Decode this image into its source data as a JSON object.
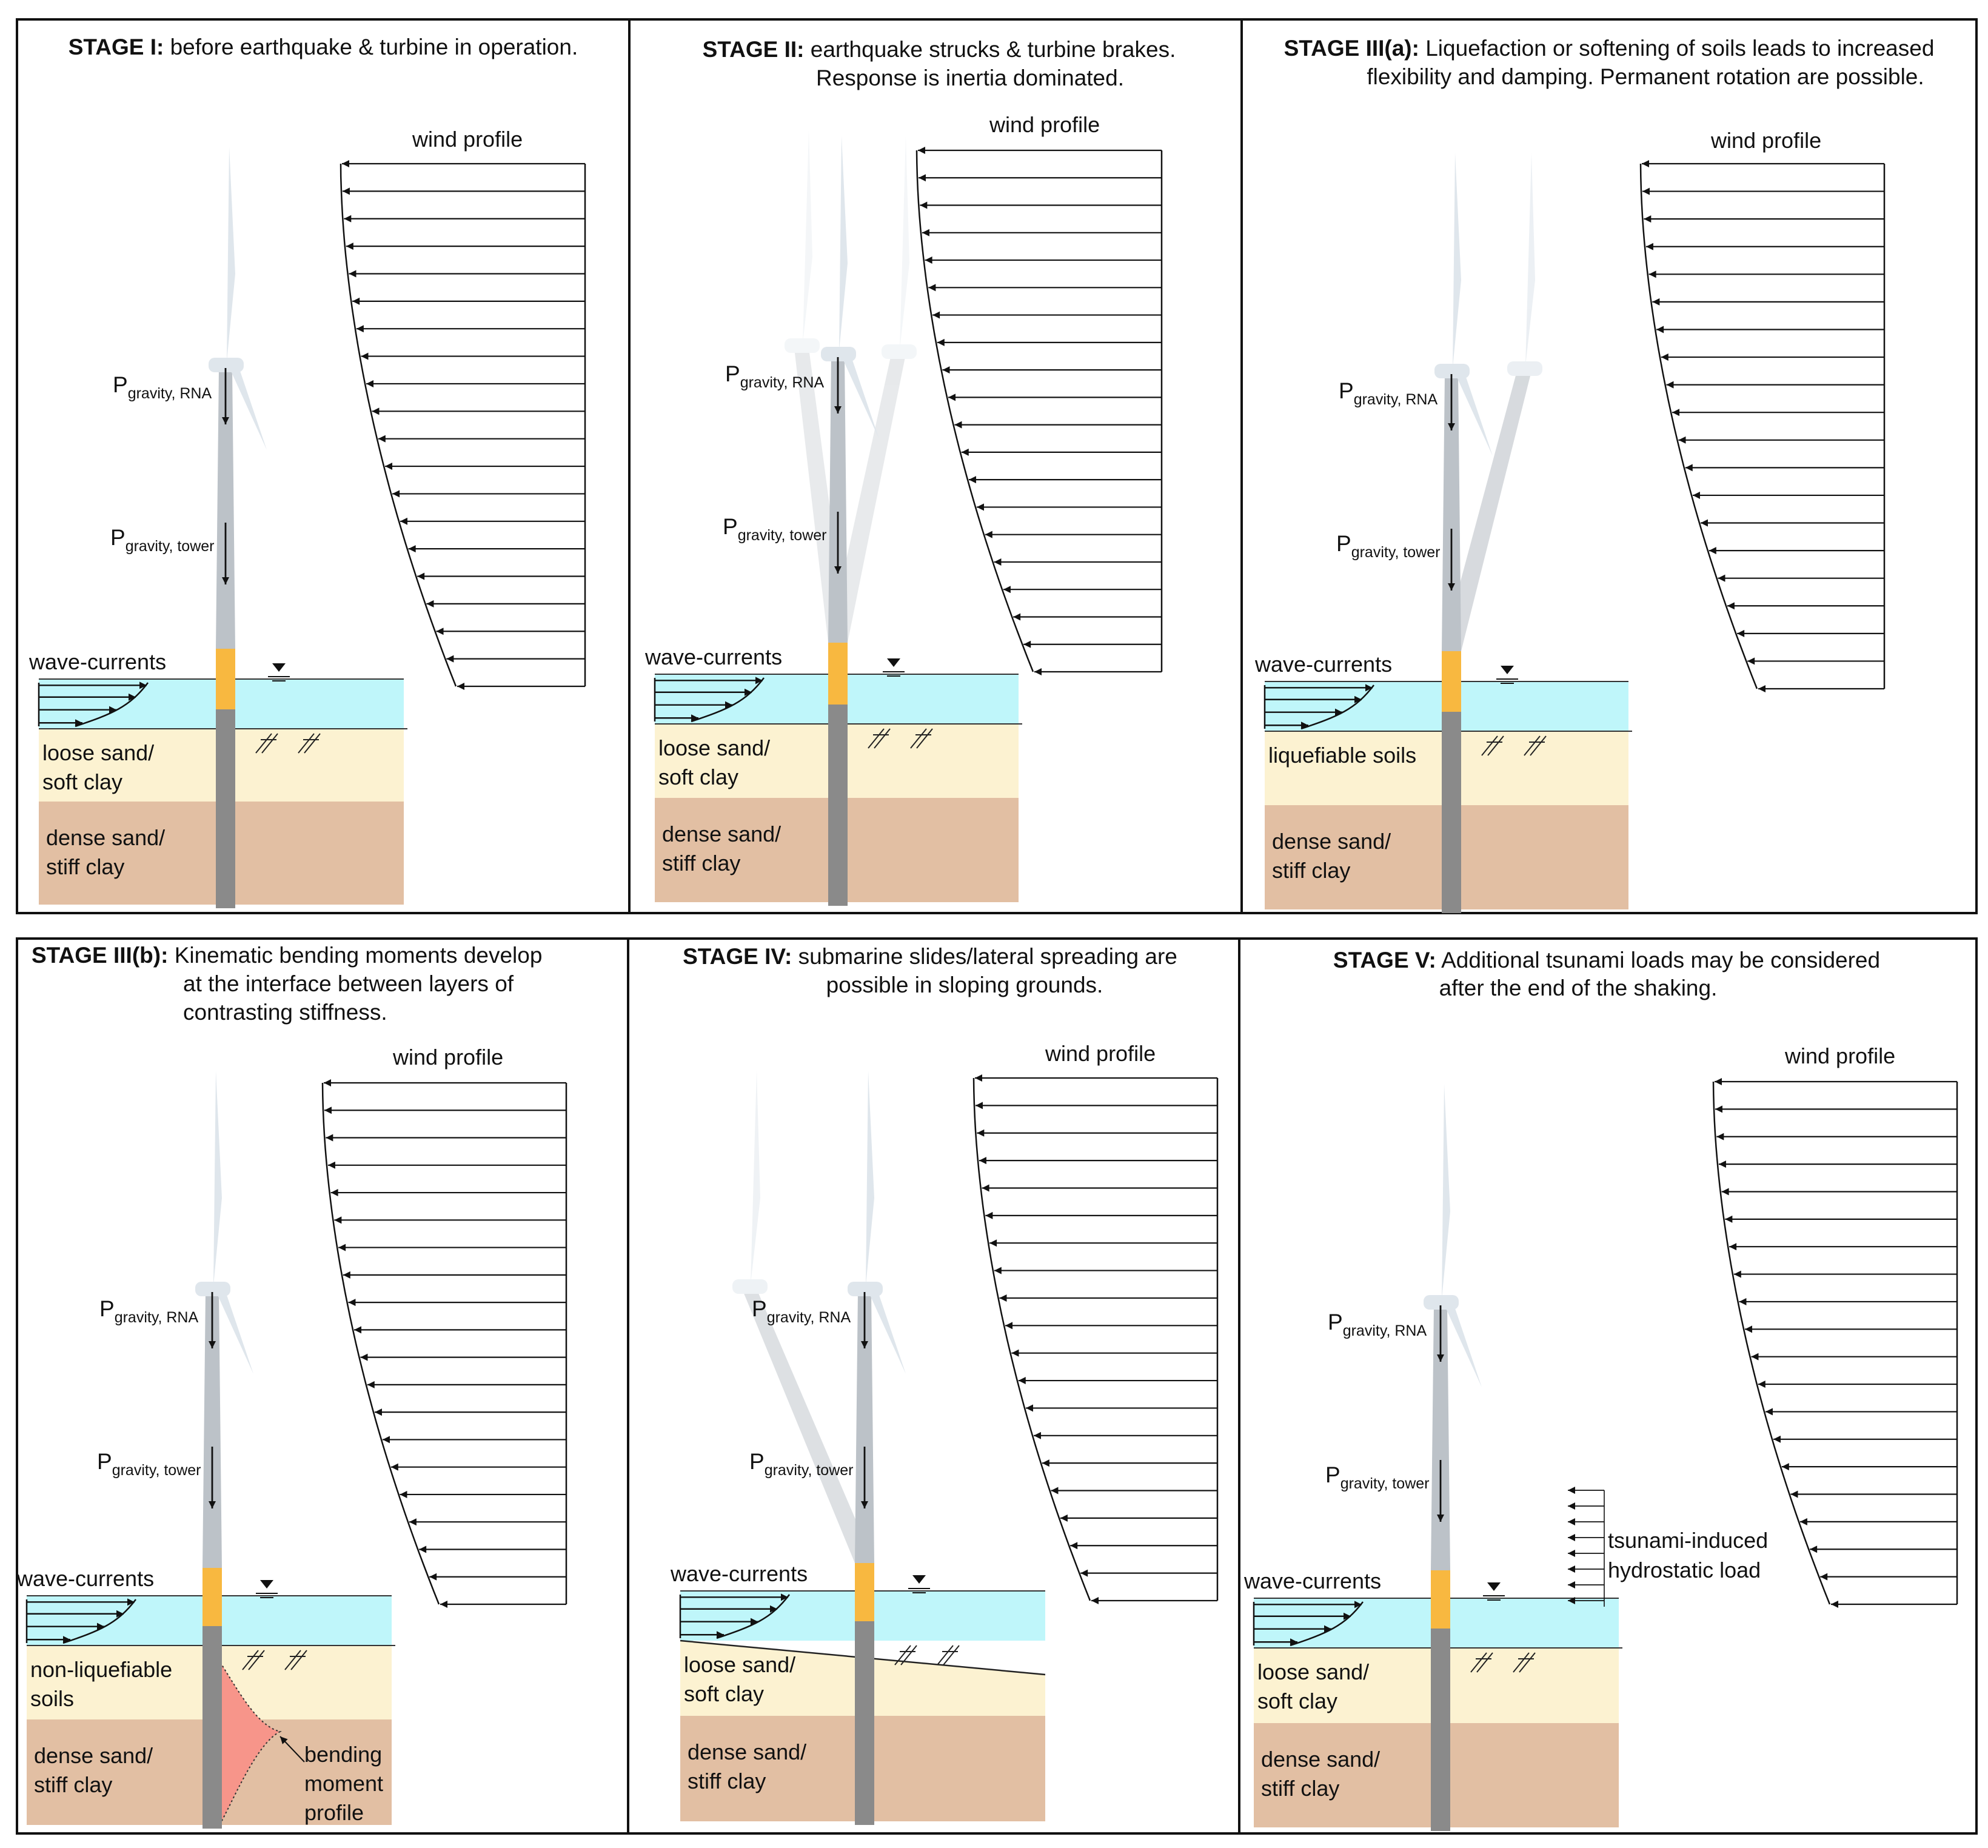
{
  "colors": {
    "water": "#bff6fa",
    "soft_soil": "#fcf2d1",
    "dense_soil": "#e2bfa3",
    "pile": "#8a8a8a",
    "transition_piece": "#f8b840",
    "tower": "#bcc2c8",
    "blade": "#dfe6ec",
    "bending_moment": "#f7958a",
    "border": "#111111"
  },
  "labels": {
    "wind_profile": "wind profile",
    "wave_currents": "wave-currents",
    "p_main": "P",
    "p_rna_sub": "gravity, RNA",
    "p_tower_sub": "gravity, tower",
    "loose_sand": "loose sand/",
    "soft_clay": "soft clay",
    "dense_sand": "dense sand/",
    "stiff_clay": "stiff clay",
    "liquefiable_soils": "liquefiable soils",
    "non_liquefiable_1": "non-liquefiable",
    "non_liquefiable_2": "soils",
    "bending_1": "bending",
    "bending_2": "moment",
    "bending_3": "profile",
    "tsunami_1": "tsunami-induced",
    "tsunami_2": "hydrostatic load"
  },
  "stages": [
    {
      "id": "I",
      "head": "STAGE I:",
      "line1": "before earthquake & turbine in operation.",
      "line2": "",
      "line3": ""
    },
    {
      "id": "II",
      "head": "STAGE II:",
      "line1": "earthquake strucks & turbine brakes.",
      "line2": "Response is inertia dominated.",
      "line3": ""
    },
    {
      "id": "IIIa",
      "head": "STAGE III(a):",
      "line1": "Liquefaction or softening of soils leads to increased",
      "line2": "flexibility and damping. Permanent rotation are possible.",
      "line3": ""
    },
    {
      "id": "IIIb",
      "head": "STAGE III(b):",
      "line1": "Kinematic bending moments develop",
      "line2": "at the interface between layers of",
      "line3": "contrasting stiffness."
    },
    {
      "id": "IV",
      "head": "STAGE IV:",
      "line1": "submarine slides/lateral spreading are",
      "line2": "possible in sloping grounds.",
      "line3": ""
    },
    {
      "id": "V",
      "head": "STAGE V:",
      "line1": "Additional tsunami loads may be considered",
      "line2": "after the end of the shaking.",
      "line3": ""
    }
  ]
}
